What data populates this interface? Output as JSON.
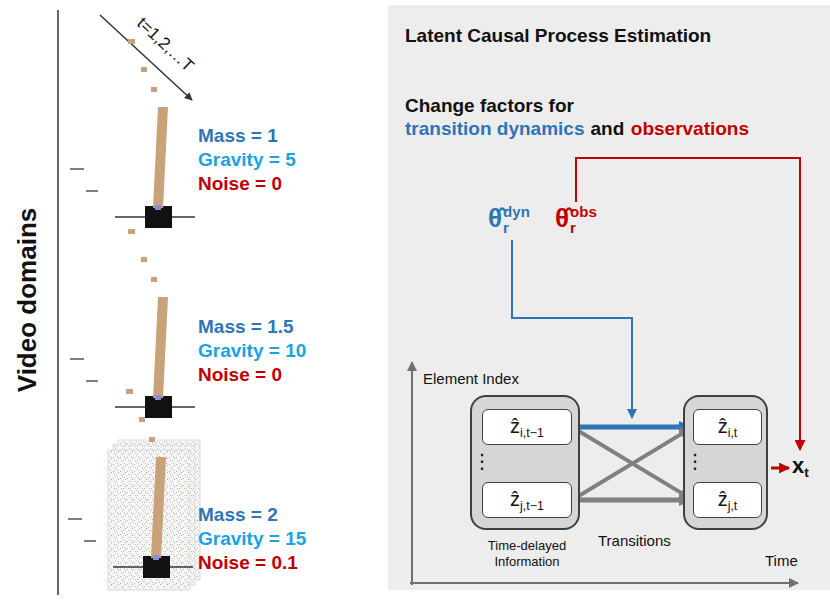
{
  "diagram": {
    "nodes": [
      {
        "text": [
          "Latent Causal Process Estimation",
          "Change factors for",
          "transition dynamics",
          "and",
          "observations"
        ]
      },
      {
        "text": [
          "⋮",
          "Time-delayed Information"
        ],
        "in": 0
      },
      {
        "text": [
          "ẑi,t−1"
        ],
        "in": 1
      },
      {
        "text": [
          "ẑj,t−1"
        ],
        "in": 1
      },
      {
        "text": [
          "⋮"
        ],
        "in": 0
      },
      {
        "text": [
          "ẑi,t"
        ],
        "in": 4
      },
      {
        "text": [
          "ẑj,t"
        ],
        "in": 4
      }
    ],
    "edges": [
      {
        "from": 2,
        "to": 5,
        "arrow": "to"
      },
      {
        "from": 3,
        "to": 6,
        "arrow": "to"
      },
      {
        "from": 2,
        "to": 6,
        "arrow": "to"
      },
      {
        "from": 3,
        "to": 5,
        "arrow": "to"
      }
    ],
    "labels": [
      "Video domains",
      "t=1,2,…T",
      "Mass = 1",
      "Gravity = 5",
      "Noise = 0",
      "Mass = 1.5",
      "Gravity = 10",
      "Noise = 0",
      "Mass = 2",
      "Gravity = 15",
      "Noise = 0.1",
      "θ̂rdyn",
      "θ̂robs",
      "Element Index",
      "Transitions",
      "Time",
      "xt"
    ]
  }
}
